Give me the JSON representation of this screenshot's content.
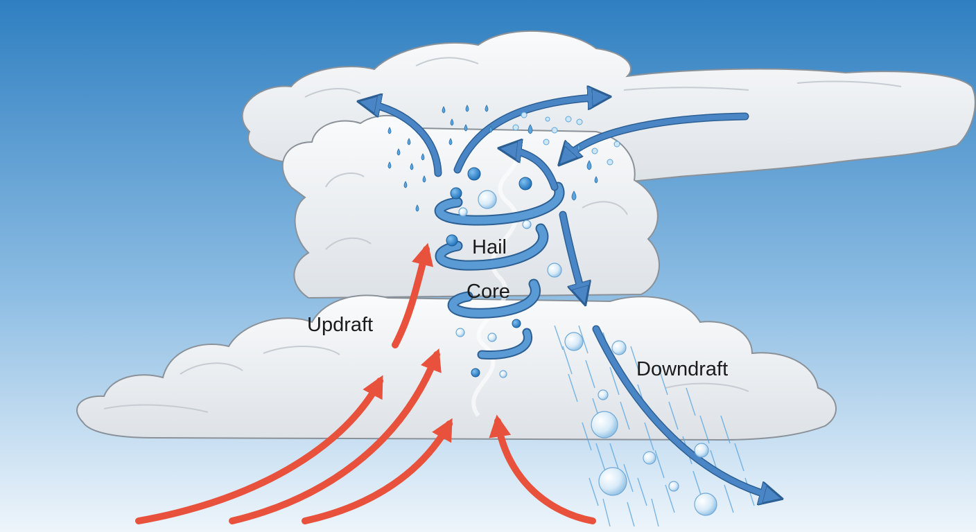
{
  "labels": {
    "hail": "Hail",
    "core": "Core",
    "updraft": "Updraft",
    "downdraft": "Downdraft"
  },
  "colors": {
    "sky_top": "#2f7fc1",
    "sky_bottom": "#e9f3fb",
    "cloud_fill": "#f1f3f5",
    "cloud_shade": "#d2d8de",
    "cloud_outline": "#8a9198",
    "updraft_arrow": "#e8513c",
    "downdraft_arrow": "#4a86c5",
    "rotation_band": "#5b9bd5",
    "raindrop": "#5aa5de",
    "hailstone": "#cfe6f7"
  },
  "icons": {
    "updraft": "red-arrow-icon",
    "downdraft": "blue-arrow-icon",
    "rotation": "spiral-icon",
    "precipitation": "raindrop-icon",
    "hail": "hailstone-icon"
  }
}
